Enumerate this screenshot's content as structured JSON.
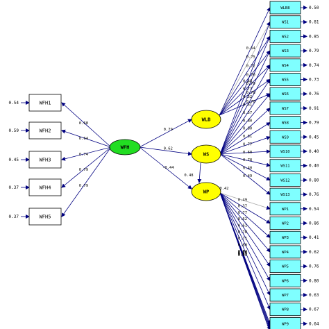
{
  "exogenous": {
    "name": "WFH",
    "color": "#22dd22",
    "indicators": [
      {
        "label": "WFH1",
        "loading": "0.68",
        "error": "0.54"
      },
      {
        "label": "WFH2",
        "loading": "0.64",
        "error": "0.59"
      },
      {
        "label": "WFH3",
        "loading": "0.74",
        "error": "0.45"
      },
      {
        "label": "WFH4",
        "loading": "0.79",
        "error": "0.37"
      },
      {
        "label": "WFH5",
        "loading": "0.79",
        "error": "0.37"
      }
    ]
  },
  "endogenous": [
    {
      "name": "WLB",
      "path": "0.79"
    },
    {
      "name": "WS",
      "path": "0.62"
    },
    {
      "name": "WP",
      "path": "-0.44"
    }
  ],
  "endogenous_color": "#ffff00",
  "indicator_color": "#7fffff",
  "ws_to_wp": "0.48",
  "wp_residual_label": "0.42",
  "right_indicators": [
    {
      "label": "WLB8",
      "error": "0.50"
    },
    {
      "label": "WS1",
      "error": "0.81"
    },
    {
      "label": "WS2",
      "error": "0.85"
    },
    {
      "label": "WS3",
      "error": "0.79"
    },
    {
      "label": "WS4",
      "error": "0.74"
    },
    {
      "label": "WS5",
      "error": "0.73"
    },
    {
      "label": "WS6",
      "error": "0.76"
    },
    {
      "label": "WS7",
      "error": "0.91"
    },
    {
      "label": "WS8",
      "error": "0.79"
    },
    {
      "label": "WS9",
      "error": "0.45"
    },
    {
      "label": "WS10",
      "error": "0.40"
    },
    {
      "label": "WS11",
      "error": "0.40"
    },
    {
      "label": "WS12",
      "error": "0.80"
    },
    {
      "label": "WS13",
      "error": "0.76"
    },
    {
      "label": "WP1",
      "error": "0.54"
    },
    {
      "label": "WP2",
      "error": "0.86"
    },
    {
      "label": "WP3",
      "error": "0.41"
    },
    {
      "label": "WP4",
      "error": "0.62"
    },
    {
      "label": "WP5",
      "error": "0.76"
    },
    {
      "label": "WP6",
      "error": "0.80"
    },
    {
      "label": "WP7",
      "error": "0.63"
    },
    {
      "label": "WP8",
      "error": "0.67"
    },
    {
      "label": "WP9",
      "error": "0.64"
    }
  ],
  "wlb_loadings": [
    "0.64",
    "0.75",
    "0.72",
    "0.70",
    "0.79",
    "0.78",
    "0.70"
  ],
  "ws_loadings": [
    "0.48",
    "0.77",
    "0.52",
    "0.51",
    "0.57",
    "0.80",
    "0.80",
    "0.51",
    "0.77",
    "0.60",
    "0.78",
    "0.40",
    "0.49"
  ],
  "wp_loadings": [
    "0.49",
    "0.37",
    "0.77",
    "0.62",
    "0.61",
    "0.78",
    "0.71",
    "0.80",
    "0.84",
    "0.78",
    "0.79",
    "0.82",
    "0.37"
  ]
}
